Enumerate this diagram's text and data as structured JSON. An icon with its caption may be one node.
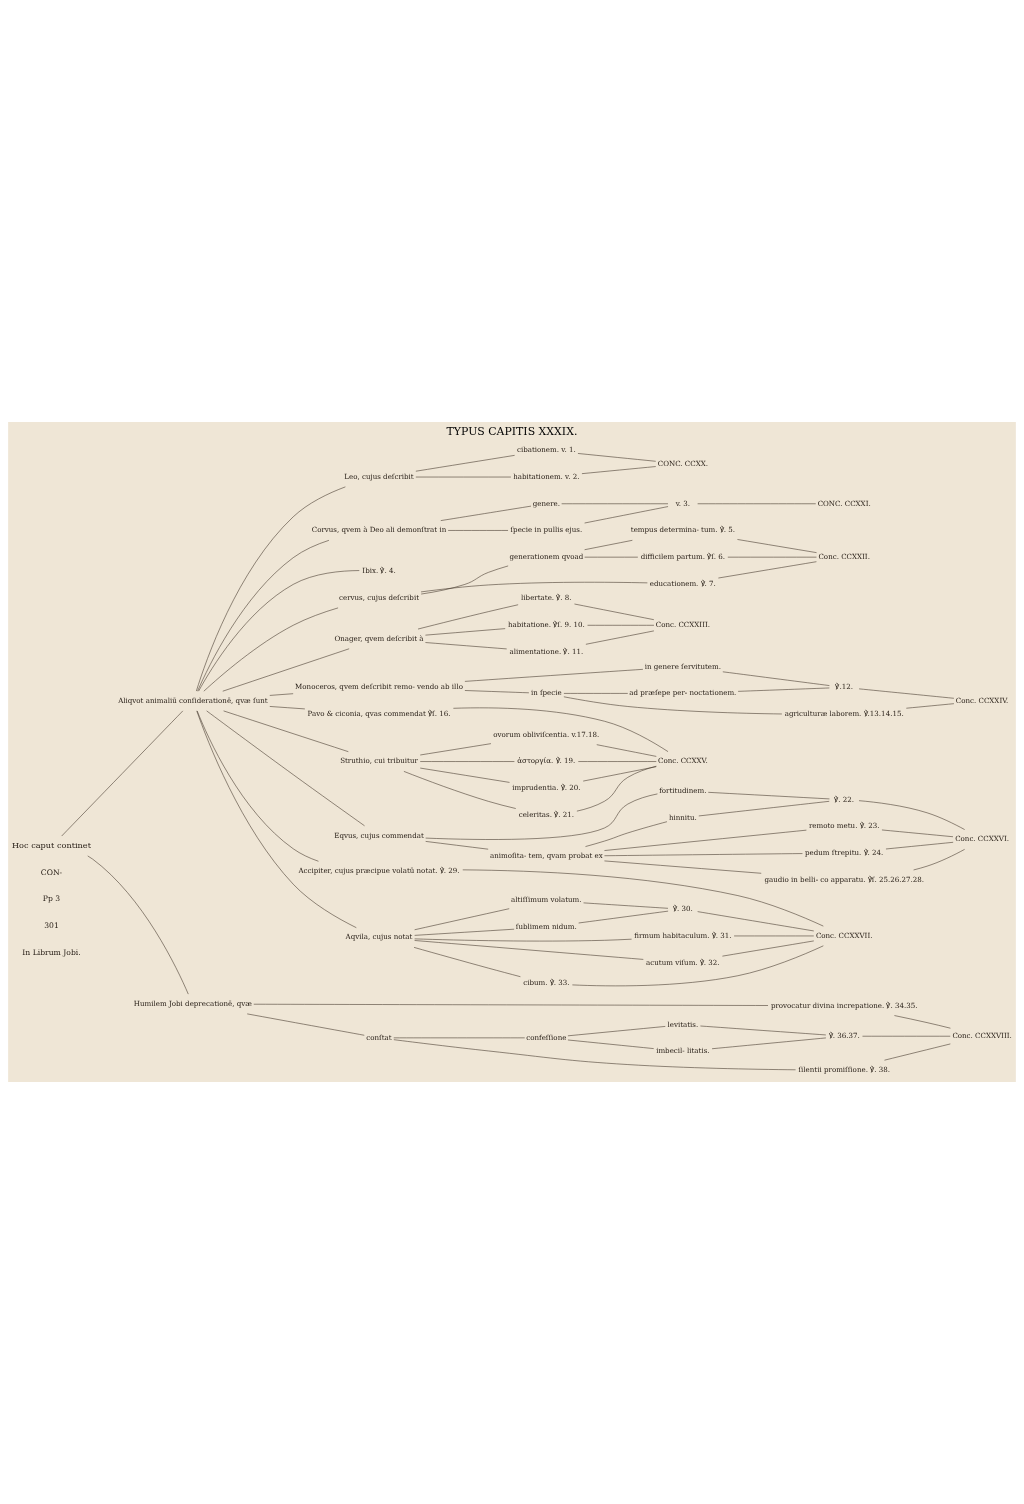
{
  "diagram": {
    "title": "TYPUS CAPITIS XXXIX.",
    "nodes": [
      {
        "text": [
          "Hoc caput continet"
        ]
      },
      {
        "text": [
          "Aliqvot animaliū conſiderationē, qvæ ſunt"
        ]
      },
      {
        "text": [
          "Humilem Jobi deprecationē, qvæ"
        ]
      },
      {
        "text": [
          "Leo, cujus deſcribit"
        ]
      },
      {
        "text": [
          "cibationem. v. 1."
        ]
      },
      {
        "text": [
          "habitationem. v. 2."
        ]
      },
      {
        "text": [
          "CONC. CCXX."
        ]
      },
      {
        "text": [
          "Corvus, qvem à Deo ali demonſtrat in"
        ]
      },
      {
        "text": [
          "genere."
        ]
      },
      {
        "text": [
          "ſpecie in pullis ejus."
        ]
      },
      {
        "text": [
          "v. 3."
        ]
      },
      {
        "text": [
          "CONC. CCXXI."
        ]
      },
      {
        "text": [
          "Ibix. ℣. 4."
        ]
      },
      {
        "text": [
          "cervus, cujus deſcribit"
        ]
      },
      {
        "text": [
          "generationem qvoad"
        ]
      },
      {
        "text": [
          "tempus determina- tum. ℣. 5."
        ]
      },
      {
        "text": [
          "difficilem partum. ℣ſ. 6."
        ]
      },
      {
        "text": [
          "educationem. ℣. 7."
        ]
      },
      {
        "text": [
          "Conc. CCXXII."
        ]
      },
      {
        "text": [
          "Onager, qvem deſcribit à"
        ]
      },
      {
        "text": [
          "libertate. ℣. 8."
        ]
      },
      {
        "text": [
          "habitatione. ℣ſ. 9. 10."
        ]
      },
      {
        "text": [
          "alimentatione. ℣. 11."
        ]
      },
      {
        "text": [
          "Conc. CCXXIII."
        ]
      },
      {
        "text": [
          "Monoceros, qvem deſcribit remo- vendo ab illo"
        ]
      },
      {
        "text": [
          "in genere ſervitutem."
        ]
      },
      {
        "text": [
          "in ſpecie"
        ]
      },
      {
        "text": [
          "ad præſepe per- noctationem."
        ]
      },
      {
        "text": [
          "agriculturæ laborem. ℣.13.14.15."
        ]
      },
      {
        "text": [
          "℣.12."
        ]
      },
      {
        "text": [
          "Conc. CCXXIV."
        ]
      },
      {
        "text": [
          "Pavo & ciconia, qvas commendat ℣ſ. 16."
        ]
      },
      {
        "text": [
          "Struthio, cui tribuitur"
        ]
      },
      {
        "text": [
          "ovorum obliviſcentia. v.17.18."
        ]
      },
      {
        "text": [
          "ἀστοργία. ℣. 19."
        ]
      },
      {
        "text": [
          "imprudentia. ℣. 20."
        ]
      },
      {
        "text": [
          "celeritas. ℣. 21."
        ]
      },
      {
        "text": [
          "Conc. CCXXV."
        ]
      },
      {
        "text": [
          "Eqvus, cujus commendat"
        ]
      },
      {
        "text": [
          "fortitudinem."
        ]
      },
      {
        "text": [
          "animoſita- tem, qvam probat ex"
        ]
      },
      {
        "text": [
          "hinnitu."
        ]
      },
      {
        "text": [
          "℣. 22."
        ]
      },
      {
        "text": [
          "remoto metu. ℣. 23."
        ]
      },
      {
        "text": [
          "pedum ſtrepitu. ℣. 24."
        ]
      },
      {
        "text": [
          "gaudio in belli- co apparatu. ℣ſ. 25.26.27.28."
        ]
      },
      {
        "text": [
          "Conc. CCXXVI."
        ]
      },
      {
        "text": [
          "Accipiter, cujus præcipue volatū notat. ℣. 29."
        ]
      },
      {
        "text": [
          "Aqvila, cujus notat"
        ]
      },
      {
        "text": [
          "altiſſimum volatum."
        ]
      },
      {
        "text": [
          "ſublimem nidum."
        ]
      },
      {
        "text": [
          "℣. 30."
        ]
      },
      {
        "text": [
          "firmum habitaculum. ℣. 31."
        ]
      },
      {
        "text": [
          "acutum viſum. ℣. 32."
        ]
      },
      {
        "text": [
          "cibum. ℣. 33."
        ]
      },
      {
        "text": [
          "Conc. CCXXVII."
        ]
      },
      {
        "text": [
          "provocatur divina increpatione. ℣. 34.35."
        ]
      },
      {
        "text": [
          "conſtat"
        ]
      },
      {
        "text": [
          "confeſſione"
        ]
      },
      {
        "text": [
          "levitatis."
        ]
      },
      {
        "text": [
          "imbecil- litatis."
        ]
      },
      {
        "text": [
          "℣. 36.37."
        ]
      },
      {
        "text": [
          "ſilentii promiſſione. ℣. 38."
        ]
      },
      {
        "text": [
          "Conc. CCXXVIII."
        ]
      }
    ],
    "edges": [
      {
        "from": 0,
        "to": 1,
        "arrow": "none"
      },
      {
        "from": 0,
        "to": 2,
        "arrow": "none"
      },
      {
        "from": 1,
        "to": 3,
        "arrow": "none"
      },
      {
        "from": 3,
        "to": 4,
        "arrow": "none"
      },
      {
        "from": 3,
        "to": 5,
        "arrow": "none"
      },
      {
        "from": 4,
        "to": 6,
        "arrow": "none"
      },
      {
        "from": 5,
        "to": 6,
        "arrow": "none"
      },
      {
        "from": 1,
        "to": 7,
        "arrow": "none"
      },
      {
        "from": 7,
        "to": 8,
        "arrow": "none"
      },
      {
        "from": 7,
        "to": 9,
        "arrow": "none"
      },
      {
        "from": 8,
        "to": 10,
        "arrow": "none"
      },
      {
        "from": 9,
        "to": 10,
        "arrow": "none"
      },
      {
        "from": 10,
        "to": 11,
        "arrow": "none"
      },
      {
        "from": 1,
        "to": 12,
        "arrow": "none"
      },
      {
        "from": 1,
        "to": 13,
        "arrow": "none"
      },
      {
        "from": 13,
        "to": 14,
        "arrow": "none"
      },
      {
        "from": 14,
        "to": 15,
        "arrow": "none"
      },
      {
        "from": 14,
        "to": 16,
        "arrow": "none"
      },
      {
        "from": 13,
        "to": 17,
        "arrow": "none"
      },
      {
        "from": 15,
        "to": 18,
        "arrow": "none"
      },
      {
        "from": 16,
        "to": 18,
        "arrow": "none"
      },
      {
        "from": 17,
        "to": 18,
        "arrow": "none"
      },
      {
        "from": 1,
        "to": 19,
        "arrow": "none"
      },
      {
        "from": 19,
        "to": 20,
        "arrow": "none"
      },
      {
        "from": 19,
        "to": 21,
        "arrow": "none"
      },
      {
        "from": 19,
        "to": 22,
        "arrow": "none"
      },
      {
        "from": 20,
        "to": 23,
        "arrow": "none"
      },
      {
        "from": 21,
        "to": 23,
        "arrow": "none"
      },
      {
        "from": 22,
        "to": 23,
        "arrow": "none"
      },
      {
        "from": 1,
        "to": 24,
        "arrow": "none"
      },
      {
        "from": 24,
        "to": 25,
        "arrow": "none"
      },
      {
        "from": 24,
        "to": 26,
        "arrow": "none"
      },
      {
        "from": 26,
        "to": 27,
        "arrow": "none"
      },
      {
        "from": 26,
        "to": 28,
        "arrow": "none"
      },
      {
        "from": 25,
        "to": 29,
        "arrow": "none"
      },
      {
        "from": 27,
        "to": 29,
        "arrow": "none"
      },
      {
        "from": 29,
        "to": 30,
        "arrow": "none"
      },
      {
        "from": 28,
        "to": 30,
        "arrow": "none"
      },
      {
        "from": 1,
        "to": 31,
        "arrow": "none"
      },
      {
        "from": 1,
        "to": 32,
        "arrow": "none"
      },
      {
        "from": 32,
        "to": 33,
        "arrow": "none"
      },
      {
        "from": 32,
        "to": 34,
        "arrow": "none"
      },
      {
        "from": 32,
        "to": 35,
        "arrow": "none"
      },
      {
        "from": 32,
        "to": 36,
        "arrow": "none"
      },
      {
        "from": 31,
        "to": 37,
        "arrow": "none"
      },
      {
        "from": 33,
        "to": 37,
        "arrow": "none"
      },
      {
        "from": 34,
        "to": 37,
        "arrow": "none"
      },
      {
        "from": 35,
        "to": 37,
        "arrow": "none"
      },
      {
        "from": 36,
        "to": 37,
        "arrow": "none"
      },
      {
        "from": 1,
        "to": 38,
        "arrow": "none"
      },
      {
        "from": 38,
        "to": 39,
        "arrow": "none"
      },
      {
        "from": 38,
        "to": 40,
        "arrow": "none"
      },
      {
        "from": 40,
        "to": 41,
        "arrow": "none"
      },
      {
        "from": 40,
        "to": 43,
        "arrow": "none"
      },
      {
        "from": 40,
        "to": 44,
        "arrow": "none"
      },
      {
        "from": 40,
        "to": 45,
        "arrow": "none"
      },
      {
        "from": 39,
        "to": 42,
        "arrow": "none"
      },
      {
        "from": 41,
        "to": 42,
        "arrow": "none"
      },
      {
        "from": 42,
        "to": 46,
        "arrow": "none"
      },
      {
        "from": 43,
        "to": 46,
        "arrow": "none"
      },
      {
        "from": 44,
        "to": 46,
        "arrow": "none"
      },
      {
        "from": 45,
        "to": 46,
        "arrow": "none"
      },
      {
        "from": 1,
        "to": 47,
        "arrow": "none"
      },
      {
        "from": 1,
        "to": 48,
        "arrow": "none"
      },
      {
        "from": 48,
        "to": 49,
        "arrow": "none"
      },
      {
        "from": 48,
        "to": 50,
        "arrow": "none"
      },
      {
        "from": 48,
        "to": 52,
        "arrow": "none"
      },
      {
        "from": 48,
        "to": 53,
        "arrow": "none"
      },
      {
        "from": 48,
        "to": 54,
        "arrow": "none"
      },
      {
        "from": 49,
        "to": 51,
        "arrow": "none"
      },
      {
        "from": 50,
        "to": 51,
        "arrow": "none"
      },
      {
        "from": 47,
        "to": 55,
        "arrow": "none"
      },
      {
        "from": 51,
        "to": 55,
        "arrow": "none"
      },
      {
        "from": 52,
        "to": 55,
        "arrow": "none"
      },
      {
        "from": 53,
        "to": 55,
        "arrow": "none"
      },
      {
        "from": 54,
        "to": 55,
        "arrow": "none"
      },
      {
        "from": 2,
        "to": 56,
        "arrow": "none"
      },
      {
        "from": 2,
        "to": 57,
        "arrow": "none"
      },
      {
        "from": 57,
        "to": 58,
        "arrow": "none"
      },
      {
        "from": 57,
        "to": 62,
        "arrow": "none"
      },
      {
        "from": 58,
        "to": 59,
        "arrow": "none"
      },
      {
        "from": 58,
        "to": 60,
        "arrow": "none"
      },
      {
        "from": 59,
        "to": 61,
        "arrow": "none"
      },
      {
        "from": 60,
        "to": 61,
        "arrow": "none"
      },
      {
        "from": 56,
        "to": 63,
        "arrow": "none"
      },
      {
        "from": 61,
        "to": 63,
        "arrow": "none"
      },
      {
        "from": 62,
        "to": 63,
        "arrow": "none"
      }
    ],
    "labels": [
      "In Librum Jobi.",
      "301",
      "Pp 3",
      "CON-"
    ]
  }
}
